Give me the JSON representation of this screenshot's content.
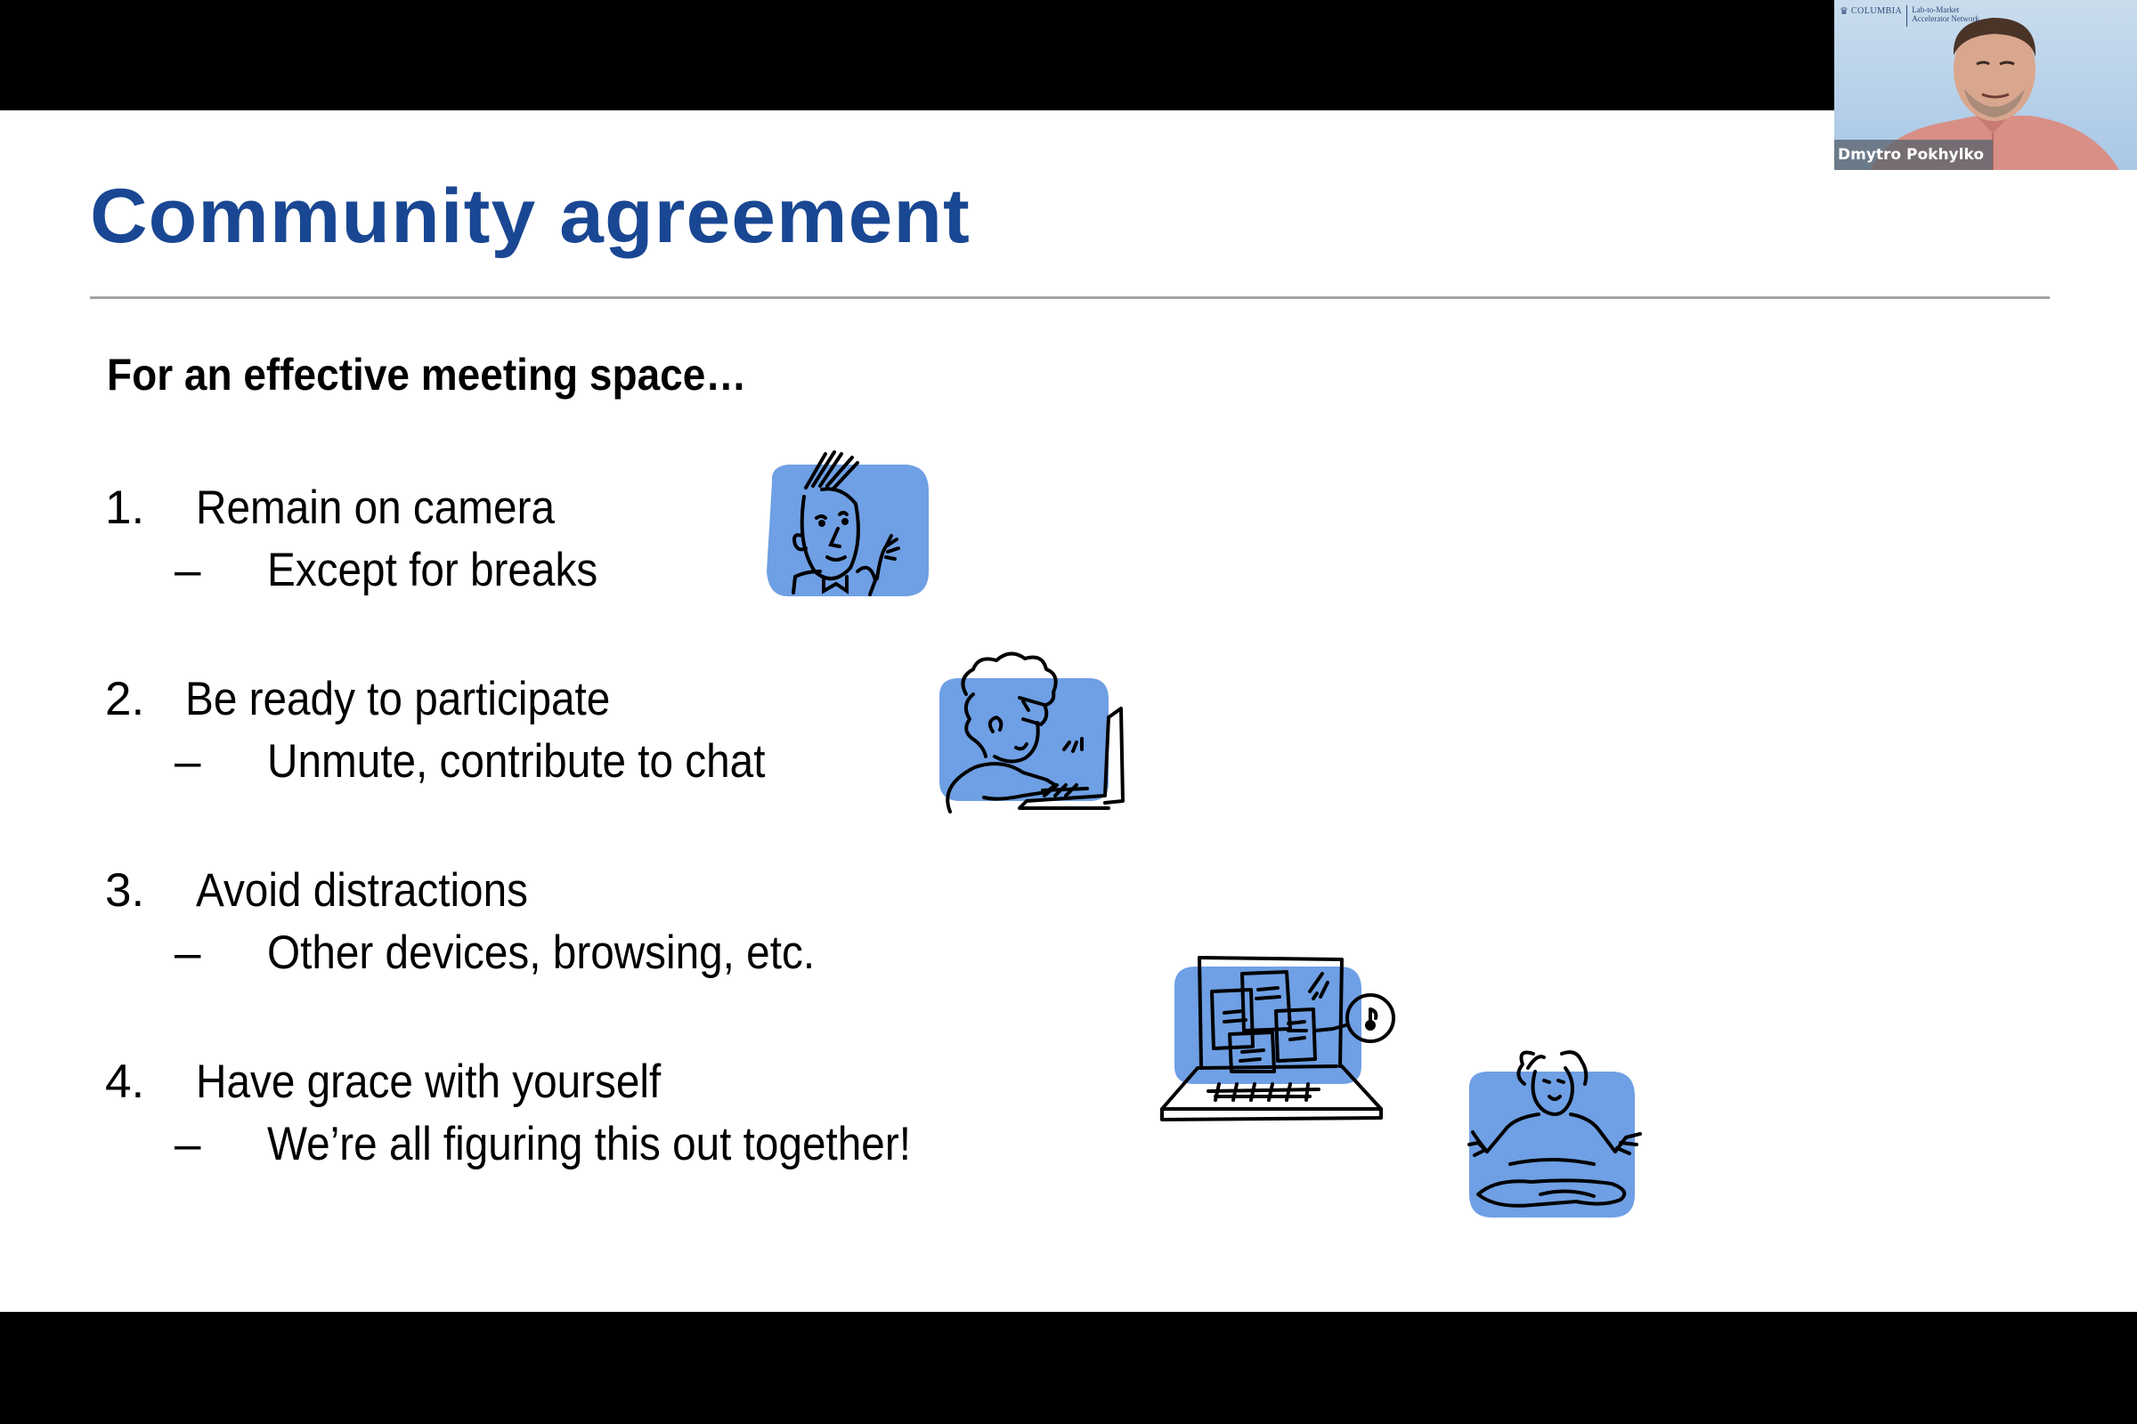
{
  "slide": {
    "title": "Community agreement",
    "subheading": "For an effective meeting space…",
    "items": [
      {
        "number": "1.",
        "text": "Remain on camera",
        "dash": "–",
        "subtext": "Except for breaks",
        "illustration": "person-on-camera-waving-icon"
      },
      {
        "number": "2.",
        "text": "Be ready to participate",
        "dash": "–",
        "subtext": "Unmute, contribute to chat",
        "illustration": "person-typing-on-laptop-icon"
      },
      {
        "number": "3.",
        "text": "Avoid distractions",
        "dash": "–",
        "subtext": "Other devices, browsing, etc.",
        "illustration": "laptop-with-windows-and-music-icon"
      },
      {
        "number": "4.",
        "text": "Have grace with yourself",
        "dash": "–",
        "subtext": "We’re all figuring this out together!",
        "illustration": "meditating-person-icon"
      }
    ]
  },
  "video": {
    "participant_name": "Dmytro Pokhylko",
    "background_logo": {
      "university": "COLUMBIA",
      "network_line1": "Lab-to-Market",
      "network_line2": "Accelerator Network"
    }
  },
  "colors": {
    "title": "#1a4793",
    "illustration_fill": "#6f9fe4",
    "divider": "#a3a3a3",
    "letterbox": "#000000"
  }
}
